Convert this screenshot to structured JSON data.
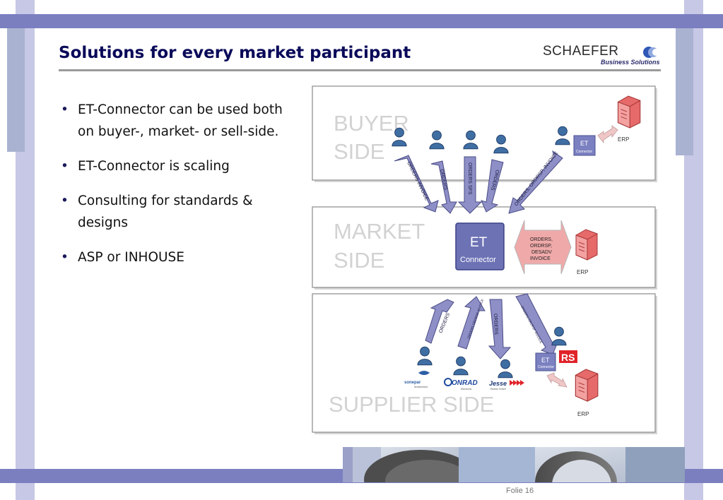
{
  "slide": {
    "title": "Solutions for every market participant",
    "footer": "Folie 16"
  },
  "logo": {
    "name": "SCHAEFER",
    "tagline": "Business Solutions"
  },
  "bullets": [
    "ET-Connector can be used both on buyer-, market- or sell-side.",
    "ET-Connector is scaling",
    "Consulting for standards & designs",
    "ASP or INHOUSE"
  ],
  "diagram": {
    "buyer_side": {
      "line1": "BUYER",
      "line2": "SIDE"
    },
    "market_side": {
      "line1": "MARKET",
      "line2": "SIDE"
    },
    "supplier_side": {
      "label": "SUPPLIER SIDE"
    },
    "et_connector": {
      "line1": "ET",
      "line2": "Connector"
    },
    "et_small_line1": "ET",
    "et_small_line2": "Connector",
    "erp_label": "ERP",
    "market_messages": [
      "ORDERS,",
      "ORDRSP,",
      "DESADV",
      "INVOICE"
    ],
    "buyer_arrows": [
      "ORDERS INVOICE",
      "ORDERS",
      "ORDERS SFS",
      "ORDERS",
      "ORDERS, ORDRSP, INVOICE"
    ],
    "supplier_arrows": [
      "ORDERS",
      "ORDERS ORDRSP INVOICE",
      "ORDERS",
      "ORDERS ORDRSP INVOICE"
    ],
    "supplier_logos": {
      "sonepar": "sonepar",
      "sonepar_sub": "deutschland",
      "conrad": "ONRAD",
      "conrad_sub": "Electronic",
      "jesse": "Jesse",
      "jesse_sub": "Elektro GmbH",
      "rs": "RS"
    },
    "colors": {
      "arrow": "#8e8fc6",
      "et_box": "#6d72b5",
      "erp_red": "#e85a5a",
      "person": "#3f6ea3"
    }
  }
}
